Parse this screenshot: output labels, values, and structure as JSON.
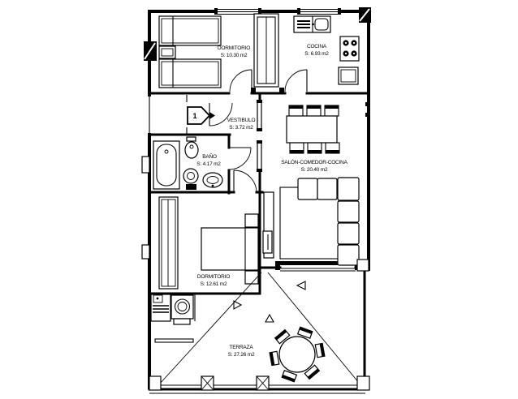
{
  "drawing": {
    "entrance": {
      "unit_number": "1"
    },
    "rooms": [
      {
        "name": "DORMITORIO",
        "area": "S: 10.30 m2"
      },
      {
        "name": "COCINA",
        "area": "S: 6.93 m2"
      },
      {
        "name": "VESTIBULO",
        "area": "S: 3.72 m2"
      },
      {
        "name": "BAÑO",
        "area": "S: 4.17 m2"
      },
      {
        "name": "SALÓN-COMEDOR-COCINA",
        "area": "S: 20.40 m2"
      },
      {
        "name": "DORMITORIO",
        "area": "S: 12.61 m2"
      },
      {
        "name": "TERRAZA",
        "area": "S: 27.26 m2"
      }
    ],
    "colors": {
      "line": "#000000",
      "background": "#ffffff"
    }
  }
}
